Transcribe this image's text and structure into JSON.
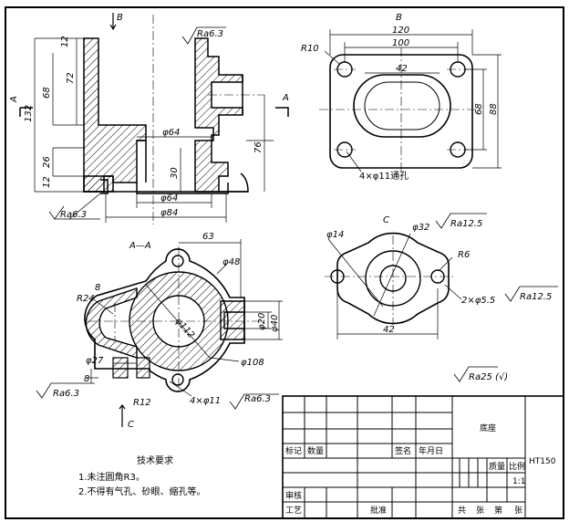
{
  "views": {
    "section_aa_label": "A—A",
    "view_b_label": "B",
    "view_c_label": "C",
    "cut_a": "A",
    "cut_b": "B",
    "cut_c": "C"
  },
  "front_dims": {
    "d12_top": "12",
    "d72": "72",
    "d68": "68",
    "d132": "132",
    "d26": "26",
    "d12_bot": "12",
    "d76": "76",
    "d30": "30",
    "phi64_top": "φ64",
    "phi64_bot": "φ64",
    "phi84": "φ84",
    "ra_top": "Ra6.3",
    "ra_left": "Ra6.3"
  },
  "top_dims": {
    "d120": "120",
    "d100": "100",
    "d42": "42",
    "d68": "68",
    "d88": "88",
    "r10": "R10",
    "holes": "4×φ11通孔"
  },
  "section_dims": {
    "d63": "63",
    "phi48": "φ48",
    "phi112": "φ112",
    "phi20": "φ20",
    "phi40": "φ40",
    "phi108": "φ108",
    "phi27": "φ27",
    "r24": "R24",
    "r12": "R12",
    "d8a": "8",
    "d8b": "8",
    "holes": "4×φ11",
    "ra_hole": "Ra6.3",
    "ra_left": "Ra6.3"
  },
  "c_dims": {
    "phi14": "φ14",
    "phi32": "φ32",
    "ra_top": "Ra12.5",
    "r6": "R6",
    "holes": "2×φ5.5",
    "ra_hole": "Ra12.5",
    "d42": "42"
  },
  "general_ra": "Ra25 (√)",
  "tech_req": {
    "title": "技术要求",
    "items": [
      "1.未注圆角R3。",
      "2.不得有气孔、砂眼、缩孔等。"
    ]
  },
  "title_block": {
    "part_name": "底座",
    "material": "HT150",
    "mark": "标记",
    "qty": "数量",
    "sign": "签名",
    "date": "年月日",
    "mass": "质量",
    "ratio_lbl": "比例",
    "ratio": "1:1",
    "review": "审核",
    "process": "工艺",
    "approve": "批准",
    "sheets": "共",
    "sheet_unit": "张",
    "sheet_no": "第",
    "sheet_unit2": "张"
  }
}
